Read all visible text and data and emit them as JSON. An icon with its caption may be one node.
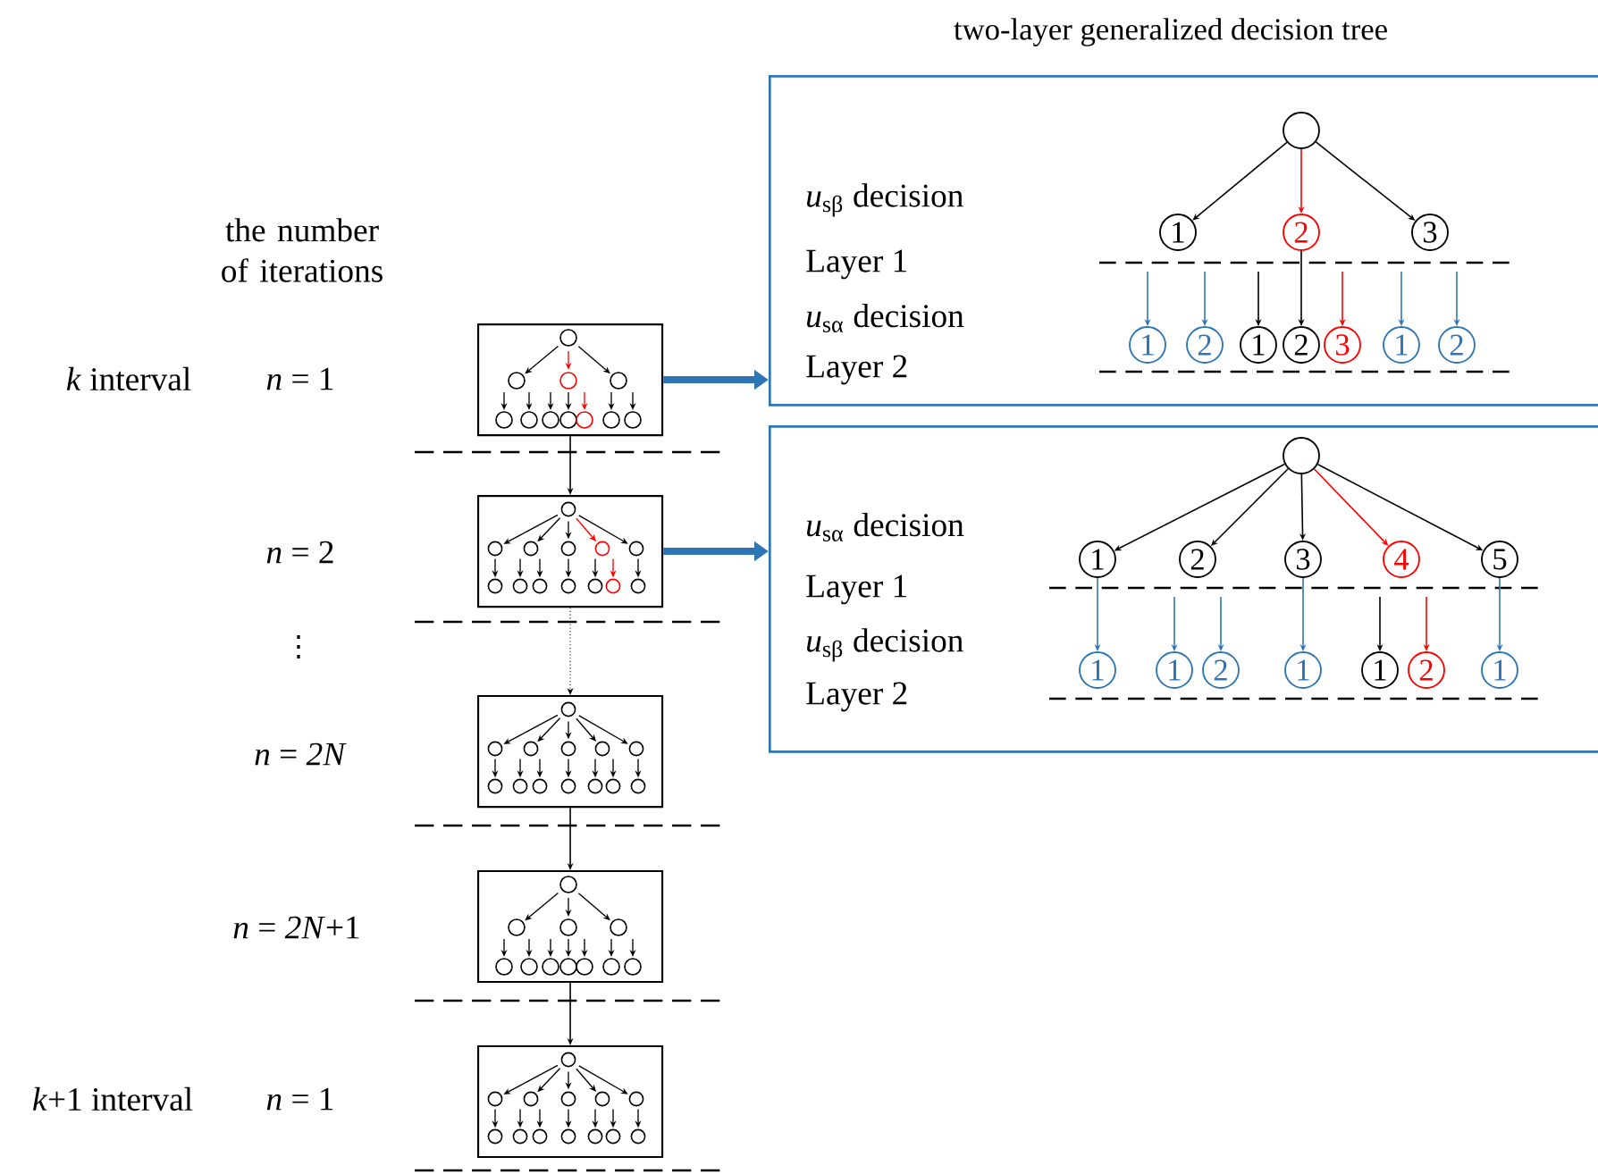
{
  "diagram": {
    "title": "two-layer generalized decision tree",
    "nodes": [
      {
        "text": [],
        "shape": "box"
      },
      {
        "text": [],
        "shape": "box"
      },
      {
        "text": [],
        "shape": "box"
      },
      {
        "text": [],
        "shape": "box"
      },
      {
        "text": [],
        "shape": "box"
      },
      {
        "text": [
          "*u*$_{sβ}$ decision",
          "Layer 1",
          "*u*$_{sα}$ decision",
          "Layer 2"
        ]
      },
      {
        "text": [],
        "shape": "circle",
        "in": 5
      },
      {
        "text": [
          "1"
        ],
        "in": 5
      },
      {
        "text": [
          "2"
        ],
        "in": 5
      },
      {
        "text": [
          "3"
        ],
        "in": 5
      },
      {
        "text": [
          "1"
        ],
        "in": 5
      },
      {
        "text": [
          "2"
        ],
        "in": 5
      },
      {
        "text": [
          "1"
        ],
        "in": 5
      },
      {
        "text": [
          "2"
        ],
        "in": 5
      },
      {
        "text": [
          "3"
        ],
        "in": 5
      },
      {
        "text": [
          "1"
        ],
        "in": 5
      },
      {
        "text": [
          "2"
        ],
        "in": 5
      },
      {
        "text": [
          "*u*$_{sα}$ decision",
          "Layer 1",
          "*u*$_{sβ}$ decision",
          "Layer 2"
        ]
      },
      {
        "text": [],
        "shape": "circle",
        "in": 17
      },
      {
        "text": [
          "1"
        ],
        "in": 17
      },
      {
        "text": [
          "2"
        ],
        "in": 17
      },
      {
        "text": [
          "3"
        ],
        "in": 17
      },
      {
        "text": [
          "4"
        ],
        "in": 17
      },
      {
        "text": [
          "5"
        ],
        "in": 17
      },
      {
        "text": [
          "1"
        ],
        "in": 17
      },
      {
        "text": [
          "1"
        ],
        "in": 17
      },
      {
        "text": [
          "2"
        ],
        "in": 17
      },
      {
        "text": [
          "1"
        ],
        "in": 17
      },
      {
        "text": [
          "1"
        ],
        "in": 17
      },
      {
        "text": [
          "2"
        ],
        "in": 17
      },
      {
        "text": [
          "1"
        ],
        "in": 17
      }
    ],
    "edges": [
      {
        "from": 0,
        "to": 1,
        "arrow": "to"
      },
      {
        "from": 1,
        "to": 2,
        "arrow": "to",
        "style": "dashed"
      },
      {
        "from": 2,
        "to": 3,
        "arrow": "to"
      },
      {
        "from": 3,
        "to": 4,
        "arrow": "to"
      },
      {
        "from": 0,
        "to": 5,
        "arrow": "to",
        "style": "thick",
        "color": "#2e75b6"
      },
      {
        "from": 1,
        "to": 17,
        "arrow": "to",
        "style": "thick",
        "color": "#2e75b6"
      },
      {
        "from": 6,
        "to": 7,
        "arrow": "to"
      },
      {
        "from": 6,
        "to": 8,
        "arrow": "to",
        "color": "#ff0000"
      },
      {
        "from": 6,
        "to": 9,
        "arrow": "to"
      },
      {
        "from": null,
        "to": 10,
        "arrow": "to",
        "color": "#2e75b6"
      },
      {
        "from": null,
        "to": 11,
        "arrow": "to",
        "color": "#2e75b6"
      },
      {
        "from": null,
        "to": 12,
        "arrow": "to"
      },
      {
        "from": 8,
        "to": 13,
        "arrow": "to"
      },
      {
        "from": null,
        "to": 14,
        "arrow": "to",
        "color": "#ff0000"
      },
      {
        "from": null,
        "to": 15,
        "arrow": "to",
        "color": "#2e75b6"
      },
      {
        "from": null,
        "to": 16,
        "arrow": "to",
        "color": "#2e75b6"
      },
      {
        "from": 18,
        "to": 19,
        "arrow": "to"
      },
      {
        "from": 18,
        "to": 20,
        "arrow": "to"
      },
      {
        "from": 18,
        "to": 21,
        "arrow": "to"
      },
      {
        "from": 18,
        "to": 22,
        "arrow": "to",
        "color": "#ff0000"
      },
      {
        "from": 18,
        "to": 23,
        "arrow": "to"
      },
      {
        "from": 19,
        "to": 24,
        "arrow": "to",
        "color": "#2e75b6"
      },
      {
        "from": null,
        "to": 25,
        "arrow": "to",
        "color": "#2e75b6"
      },
      {
        "from": null,
        "to": 26,
        "arrow": "to",
        "color": "#2e75b6"
      },
      {
        "from": 21,
        "to": 27,
        "arrow": "to",
        "color": "#2e75b6"
      },
      {
        "from": null,
        "to": 28,
        "arrow": "to"
      },
      {
        "from": null,
        "to": 29,
        "arrow": "to",
        "color": "#ff0000"
      },
      {
        "from": 23,
        "to": 30,
        "arrow": "to",
        "color": "#2e75b6"
      }
    ],
    "labels": [
      "the number of iterations",
      "*k* interval",
      "*n* = 1",
      "*n* = 2",
      "⋮",
      "*n* = *2N*",
      "*n* = *2N*+1",
      "*k*+1 interval",
      "*n* = 1"
    ]
  }
}
